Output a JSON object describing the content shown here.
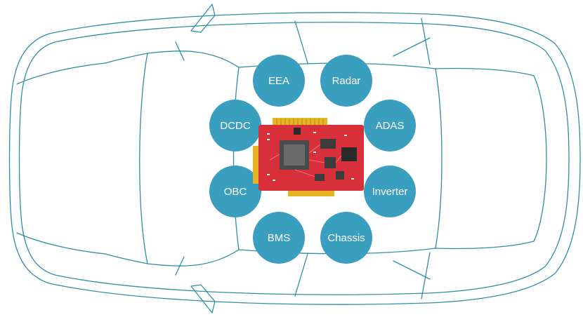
{
  "colors": {
    "background": "#ffffff",
    "car_outline": "#2e8fa3",
    "node_fill": "#3a9fbf",
    "node_text": "#ffffff",
    "board_pcb": "#d8303a",
    "board_connector": "#e6b424",
    "board_chip": "#5a5a5a"
  },
  "icons": {
    "car": "car-top-view-icon",
    "board": "ecu-circuit-board-icon"
  },
  "nodes": [
    {
      "label": "EEA"
    },
    {
      "label": "Radar"
    },
    {
      "label": "DCDC"
    },
    {
      "label": "ADAS"
    },
    {
      "label": "OBC"
    },
    {
      "label": "Inverter"
    },
    {
      "label": "BMS"
    },
    {
      "label": "Chassis"
    }
  ]
}
